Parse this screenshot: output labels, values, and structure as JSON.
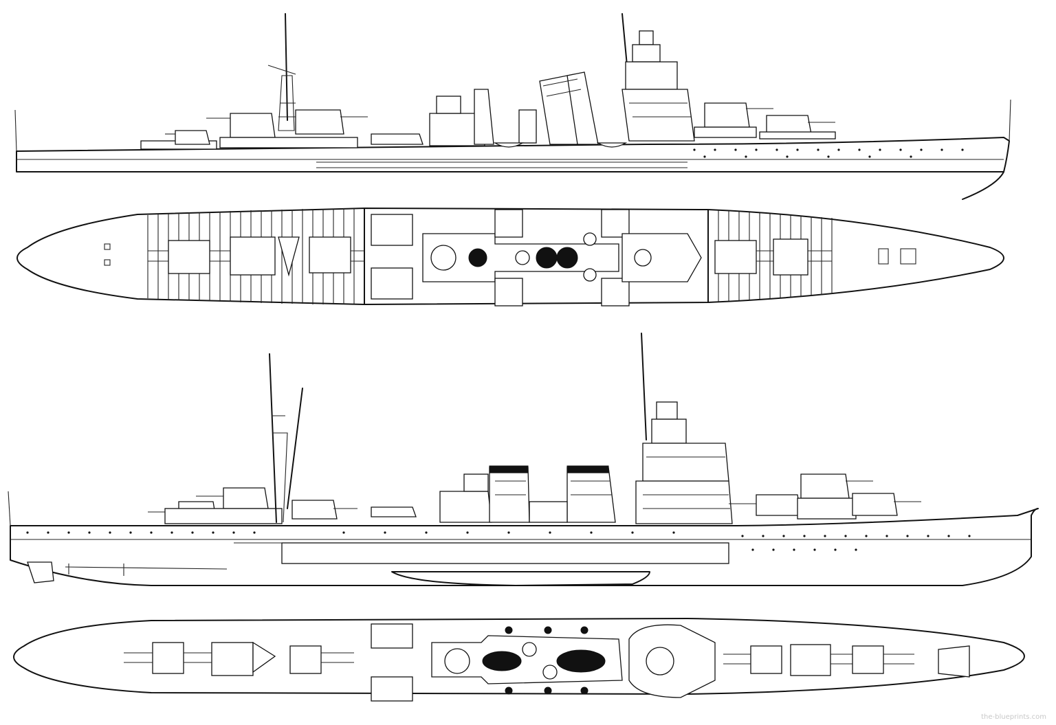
{
  "watermark": "the-blueprints.com",
  "colors": {
    "ink": "#111111",
    "paper": "#ffffff",
    "watermark": "#c8c8c8"
  },
  "views": [
    {
      "id": "upper-profile",
      "kind": "side-profile"
    },
    {
      "id": "upper-plan",
      "kind": "deck-plan"
    },
    {
      "id": "lower-profile",
      "kind": "side-profile"
    },
    {
      "id": "lower-plan",
      "kind": "deck-plan"
    }
  ]
}
